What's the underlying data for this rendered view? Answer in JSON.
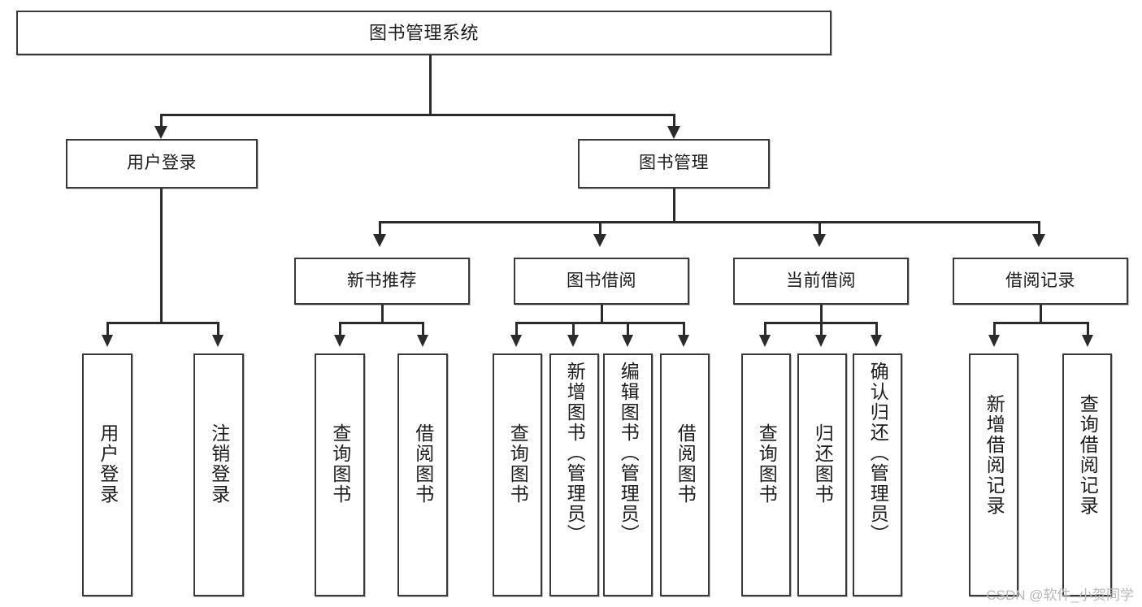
{
  "diagram": {
    "title": "图书管理系统",
    "type": "tree",
    "orientation": "top-down",
    "colors": {
      "box_border": "#3a3a3a",
      "box_fill": "#ffffff",
      "connector": "#2b2b2b",
      "text": "#1c1c1c",
      "watermark": "#b9b9b9",
      "background": "#ffffff"
    },
    "root": {
      "label": "图书管理系统"
    },
    "level2": [
      {
        "label": "用户登录"
      },
      {
        "label": "图书管理"
      }
    ],
    "level3": [
      {
        "label": "新书推荐"
      },
      {
        "label": "图书借阅"
      },
      {
        "label": "当前借阅"
      },
      {
        "label": "借阅记录"
      }
    ],
    "leaves": {
      "user_login": [
        {
          "label": "用户登录"
        },
        {
          "label": "注销登录"
        }
      ],
      "new_book_recommend": [
        {
          "label": "查询图书"
        },
        {
          "label": "借阅图书"
        }
      ],
      "book_borrow": [
        {
          "label": "查询图书"
        },
        {
          "label": "新增图书（管理员）"
        },
        {
          "label": "编辑图书（管理员）"
        },
        {
          "label": "借阅图书"
        }
      ],
      "current_borrow": [
        {
          "label": "查询图书"
        },
        {
          "label": "归还图书"
        },
        {
          "label": "确认归还（管理员）"
        }
      ],
      "borrow_record": [
        {
          "label": "新增借阅记录"
        },
        {
          "label": "查询借阅记录"
        }
      ]
    },
    "watermark": "CSDN @软件_小贺同学"
  }
}
